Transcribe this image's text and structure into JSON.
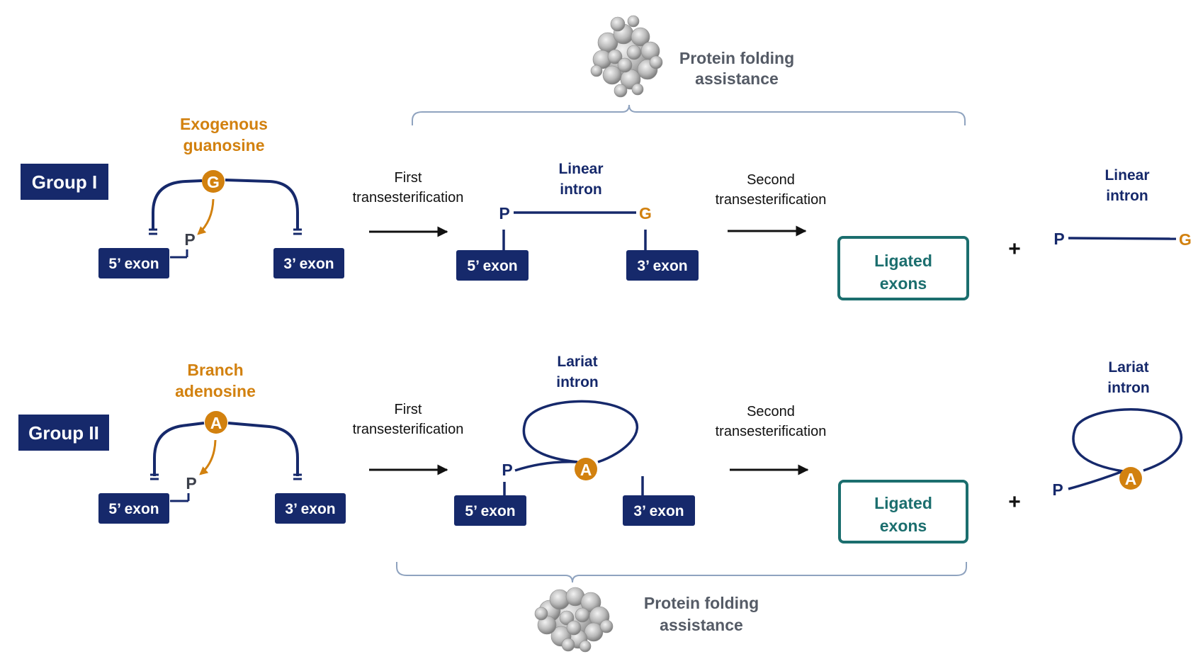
{
  "colors": {
    "navy": "#16296b",
    "orange": "#d2810f",
    "teal": "#1b6e6e",
    "gray": "#555b66",
    "bracket": "#8fa3bf",
    "black": "#111111",
    "white": "#ffffff"
  },
  "group1": {
    "label": "Group I",
    "nucleophile_label": [
      "Exogenous",
      "guanosine"
    ],
    "nucleophile_letter": "G",
    "phosphate": "P",
    "exon5": "5’ exon",
    "exon3": "3’ exon",
    "step1": [
      "First",
      "transesterification"
    ],
    "intermediate_label": [
      "Linear",
      "intron"
    ],
    "int_phosphate": "P",
    "int_g": "G",
    "int_exon5": "5’ exon",
    "int_exon3": "3’ exon",
    "step2": [
      "Second",
      "transesterification"
    ],
    "ligated": [
      "Ligated",
      "exons"
    ],
    "plus": "+",
    "product_label": [
      "Linear",
      "intron"
    ],
    "product_p": "P",
    "product_g": "G"
  },
  "group2": {
    "label": "Group II",
    "nucleophile_label": [
      "Branch",
      "adenosine"
    ],
    "nucleophile_letter": "A",
    "phosphate": "P",
    "exon5": "5’ exon",
    "exon3": "3’ exon",
    "step1": [
      "First",
      "transesterification"
    ],
    "intermediate_label": [
      "Lariat",
      "intron"
    ],
    "int_phosphate": "P",
    "int_a": "A",
    "int_exon5": "5’ exon",
    "int_exon3": "3’ exon",
    "step2": [
      "Second",
      "transesterification"
    ],
    "ligated": [
      "Ligated",
      "exons"
    ],
    "plus": "+",
    "product_label": [
      "Lariat",
      "intron"
    ],
    "product_p": "P",
    "product_a": "A"
  },
  "protein_top": [
    "Protein folding",
    "assistance"
  ],
  "protein_bottom": [
    "Protein folding",
    "assistance"
  ],
  "icons": {
    "protein_top": "protein-structure-icon",
    "protein_bottom": "protein-structure-icon"
  }
}
